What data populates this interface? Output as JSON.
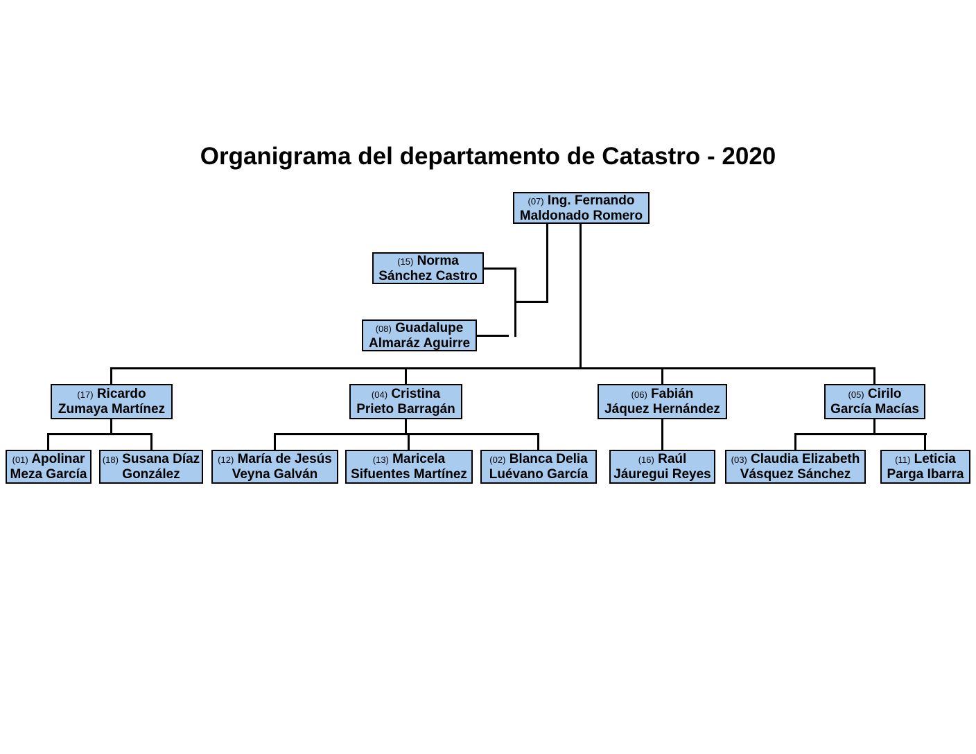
{
  "title": "Organigrama del departamento de Catastro - 2020",
  "colors": {
    "node_fill": "#A9CCEE",
    "node_border": "#000000",
    "connector": "#000000",
    "background": "#FFFFFF"
  },
  "org": {
    "director": {
      "num": "(07)",
      "line1": "Ing. Fernando",
      "line2": "Maldonado Romero"
    },
    "assistants": [
      {
        "num": "(15)",
        "line1": "Norma",
        "line2": "Sánchez Castro"
      },
      {
        "num": "(08)",
        "line1": "Guadalupe",
        "line2": "Almaráz Aguirre"
      }
    ],
    "supervisors": [
      {
        "num": "(17)",
        "line1": "Ricardo",
        "line2": "Zumaya Martínez",
        "staff": [
          {
            "num": "(01)",
            "line1": "Apolinar",
            "line2": "Meza García"
          },
          {
            "num": "(18)",
            "line1": "Susana Díaz",
            "line2": "González"
          }
        ]
      },
      {
        "num": "(04)",
        "line1": "Cristina",
        "line2": "Prieto Barragán",
        "staff": [
          {
            "num": "(12)",
            "line1": "María de Jesús",
            "line2": "Veyna Galván"
          },
          {
            "num": "(13)",
            "line1": "Maricela",
            "line2": "Sifuentes Martínez"
          },
          {
            "num": "(02)",
            "line1": "Blanca Delia",
            "line2": "Luévano García"
          }
        ]
      },
      {
        "num": "(06)",
        "line1": "Fabián",
        "line2": "Jáquez Hernández",
        "staff": [
          {
            "num": "(16)",
            "line1": "Raúl",
            "line2": "Jáuregui Reyes"
          }
        ]
      },
      {
        "num": "(05)",
        "line1": "Cirilo",
        "line2": "García Macías",
        "staff": [
          {
            "num": "(03)",
            "line1": "Claudia Elizabeth",
            "line2": "Vásquez Sánchez"
          },
          {
            "num": "(11)",
            "line1": "Leticia",
            "line2": "Parga Ibarra"
          }
        ]
      }
    ]
  }
}
